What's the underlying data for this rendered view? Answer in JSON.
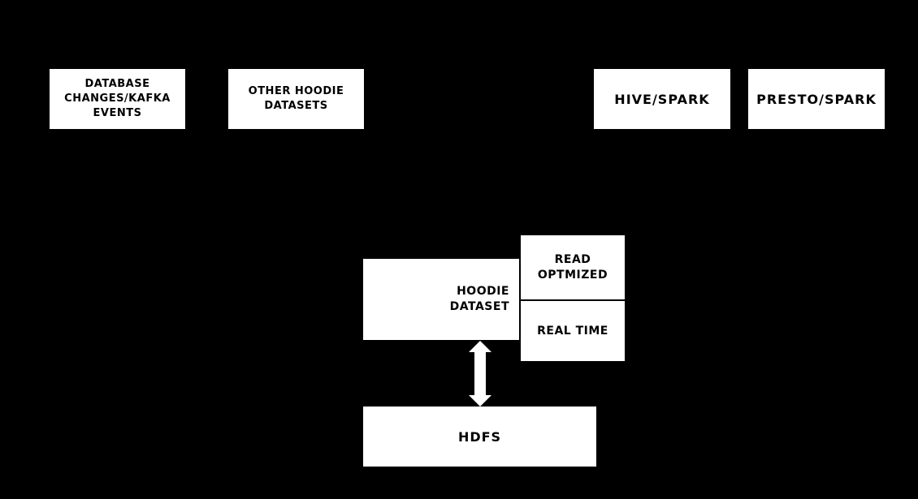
{
  "colors": {
    "background": "#000000",
    "box-bg": "#ffffff",
    "box-text": "#000000",
    "arrow": "#ffffff"
  },
  "boxes": {
    "database_changes": {
      "lines": [
        "DATABASE",
        "CHANGES/KAFKA",
        "EVENTS"
      ]
    },
    "other_hoodie_datasets": {
      "lines": [
        "OTHER HOODIE",
        "DATASETS"
      ]
    },
    "hive_spark": {
      "lines": [
        "HIVE/SPARK"
      ]
    },
    "presto_spark": {
      "lines": [
        "PRESTO/SPARK"
      ]
    },
    "hoodie_dataset": {
      "lines": [
        "HOODIE",
        "DATASET"
      ]
    },
    "read_optmized": {
      "lines": [
        "READ",
        "OPTMIZED"
      ]
    },
    "real_time": {
      "lines": [
        "REAL TIME"
      ]
    },
    "hdfs": {
      "lines": [
        "HDFS"
      ]
    }
  }
}
